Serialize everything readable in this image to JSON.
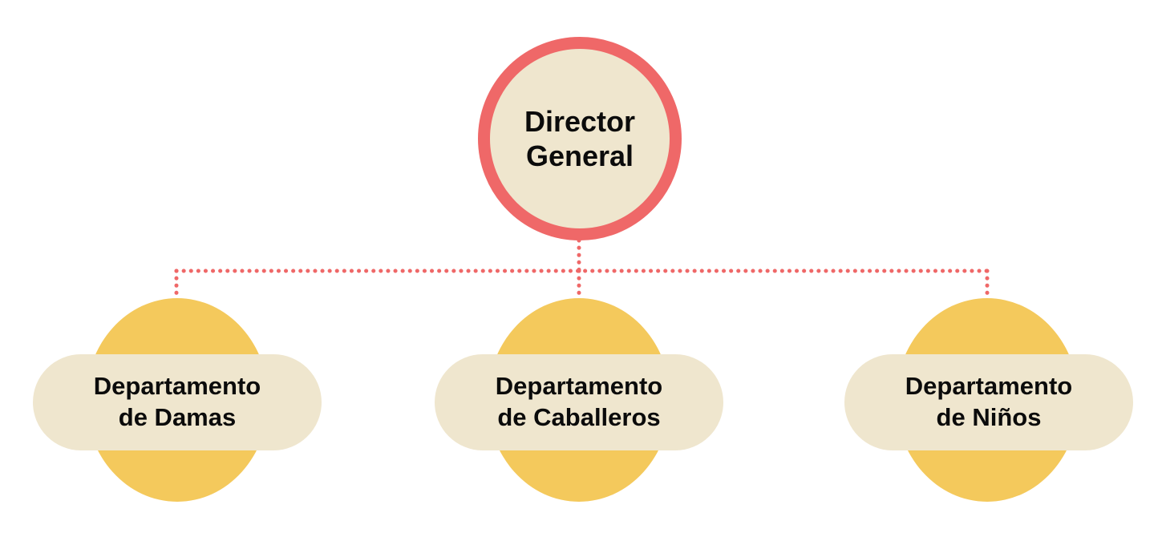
{
  "colors": {
    "accent": "#ef6868",
    "node_fill": "#efe6ce",
    "dept_circle": "#f4c95c",
    "text": "#0b0b0b"
  },
  "root": {
    "line1": "Director",
    "line2": "General"
  },
  "departments": [
    {
      "line1": "Departamento",
      "line2": "de Damas"
    },
    {
      "line1": "Departamento",
      "line2": "de Caballeros"
    },
    {
      "line1": "Departamento",
      "line2": "de Niños"
    }
  ]
}
